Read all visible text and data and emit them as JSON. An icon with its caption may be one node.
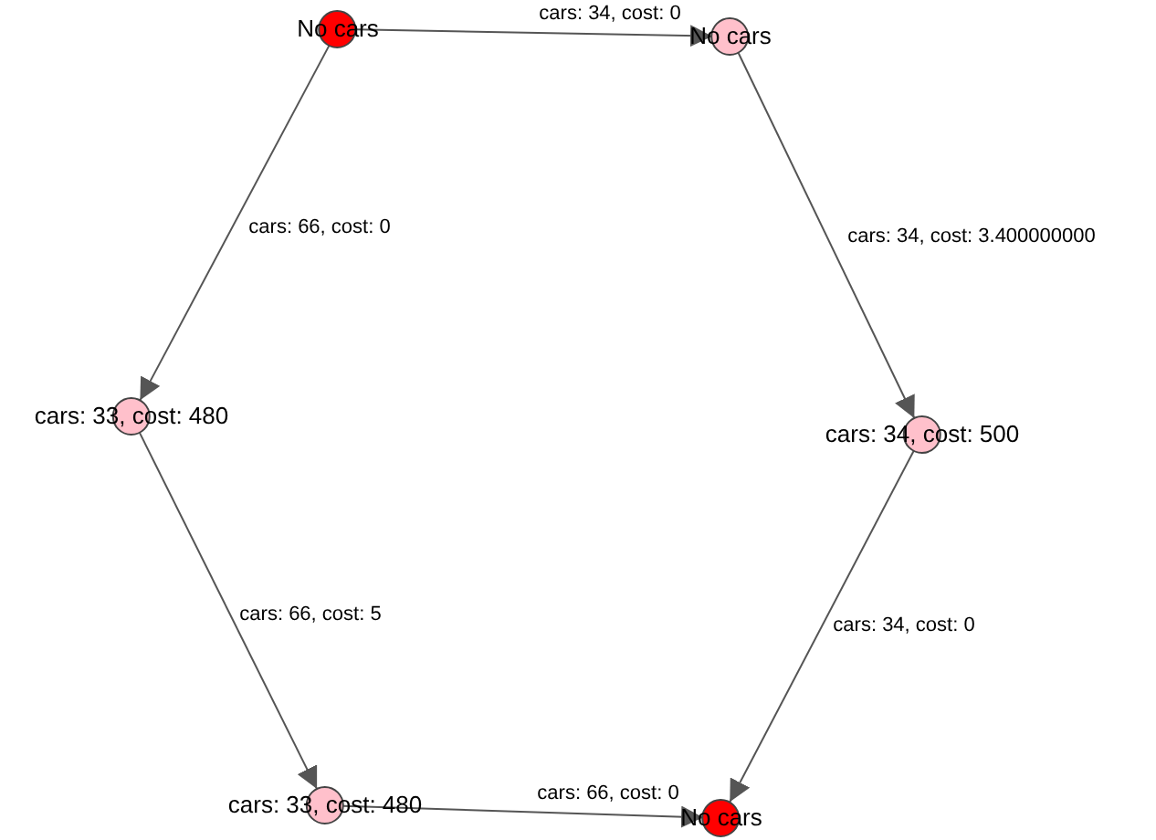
{
  "diagram": {
    "nodes": [
      {
        "text": [
          "No cars"
        ]
      },
      {
        "text": [
          "No cars"
        ]
      },
      {
        "text": [
          "cars: 33, cost: 480"
        ]
      },
      {
        "text": [
          "cars: 34, cost: 500"
        ]
      },
      {
        "text": [
          "cars: 33, cost: 480"
        ]
      },
      {
        "text": [
          "No cars"
        ]
      }
    ],
    "edges": [
      {
        "from": 0,
        "to": 1,
        "arrow": "to",
        "label": "cars: 34, cost: 0"
      },
      {
        "from": 0,
        "to": 2,
        "arrow": "to",
        "label": "cars: 66, cost: 0"
      },
      {
        "from": 1,
        "to": 3,
        "arrow": "to",
        "label": "cars: 34, cost: 3.400000000"
      },
      {
        "from": 3,
        "to": 5,
        "arrow": "to",
        "label": "cars: 34, cost: 0"
      },
      {
        "from": 2,
        "to": 4,
        "arrow": "to",
        "label": "cars: 66, cost: 5"
      },
      {
        "from": 4,
        "to": 5,
        "arrow": "to",
        "label": "cars: 66, cost: 0"
      }
    ]
  }
}
